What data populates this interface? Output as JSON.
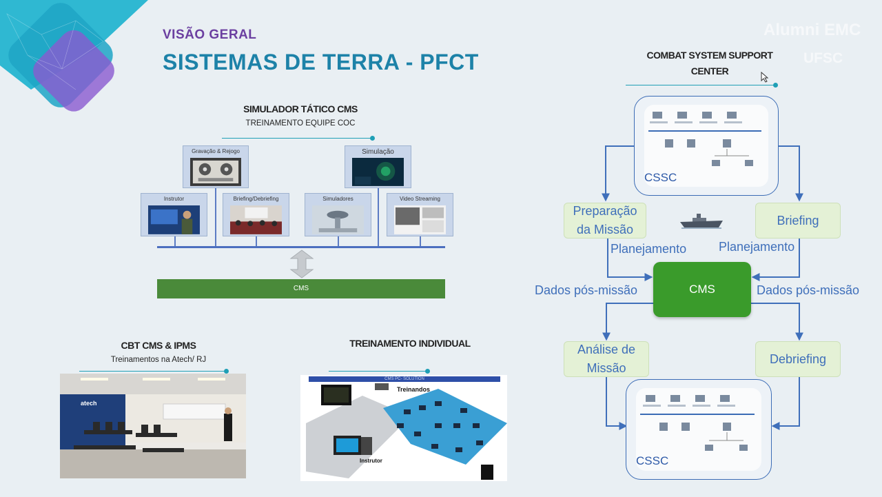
{
  "header": {
    "subtitle": "VISÃO GERAL",
    "title": "SISTEMAS DE TERRA - PFCT",
    "watermark_line1": "Alumni EMC",
    "watermark_line2": "UFSC"
  },
  "simulator": {
    "title": "SIMULADOR TÁTICO CMS",
    "subtitle": "TREINAMENTO EQUIPE COC",
    "modules": {
      "gravacao": "Gravação & Rejogo",
      "simulacao": "Simulação",
      "instrutor": "Instrutor",
      "briefing": "Briefing/Debriefing",
      "simuladores": "Simuladores",
      "video": "Video Streaming"
    },
    "cms_bar": "CMS"
  },
  "cbt": {
    "title": "CBT CMS & IPMS",
    "subtitle": "Treinamentos na Atech/ RJ",
    "logo_text": "atech"
  },
  "individual": {
    "title": "TREINAMENTO INDIVIDUAL",
    "banner": "CMS PC- SOLUTION",
    "treinandos": "Treinandos",
    "instrutor": "Instrutor"
  },
  "support": {
    "title_line1": "COMBAT SYSTEM SUPPORT",
    "title_line2": "CENTER",
    "cssc_label": "CSSC",
    "prep_line1": "Preparação",
    "prep_line2": "da Missão",
    "briefing": "Briefing",
    "planejamento": "Planejamento",
    "dados_pos": "Dados pós-missão",
    "cms": "CMS",
    "analise_line1": "Análise de",
    "analise_line2": "Missão",
    "debriefing": "Debriefing"
  },
  "colors": {
    "title_blue": "#1d82a8",
    "subtitle_purple": "#6b3fa0",
    "cms_green": "#3a9b2b",
    "flow_blue": "#3f6fba",
    "node_green_bg": "#e4f1d6"
  }
}
